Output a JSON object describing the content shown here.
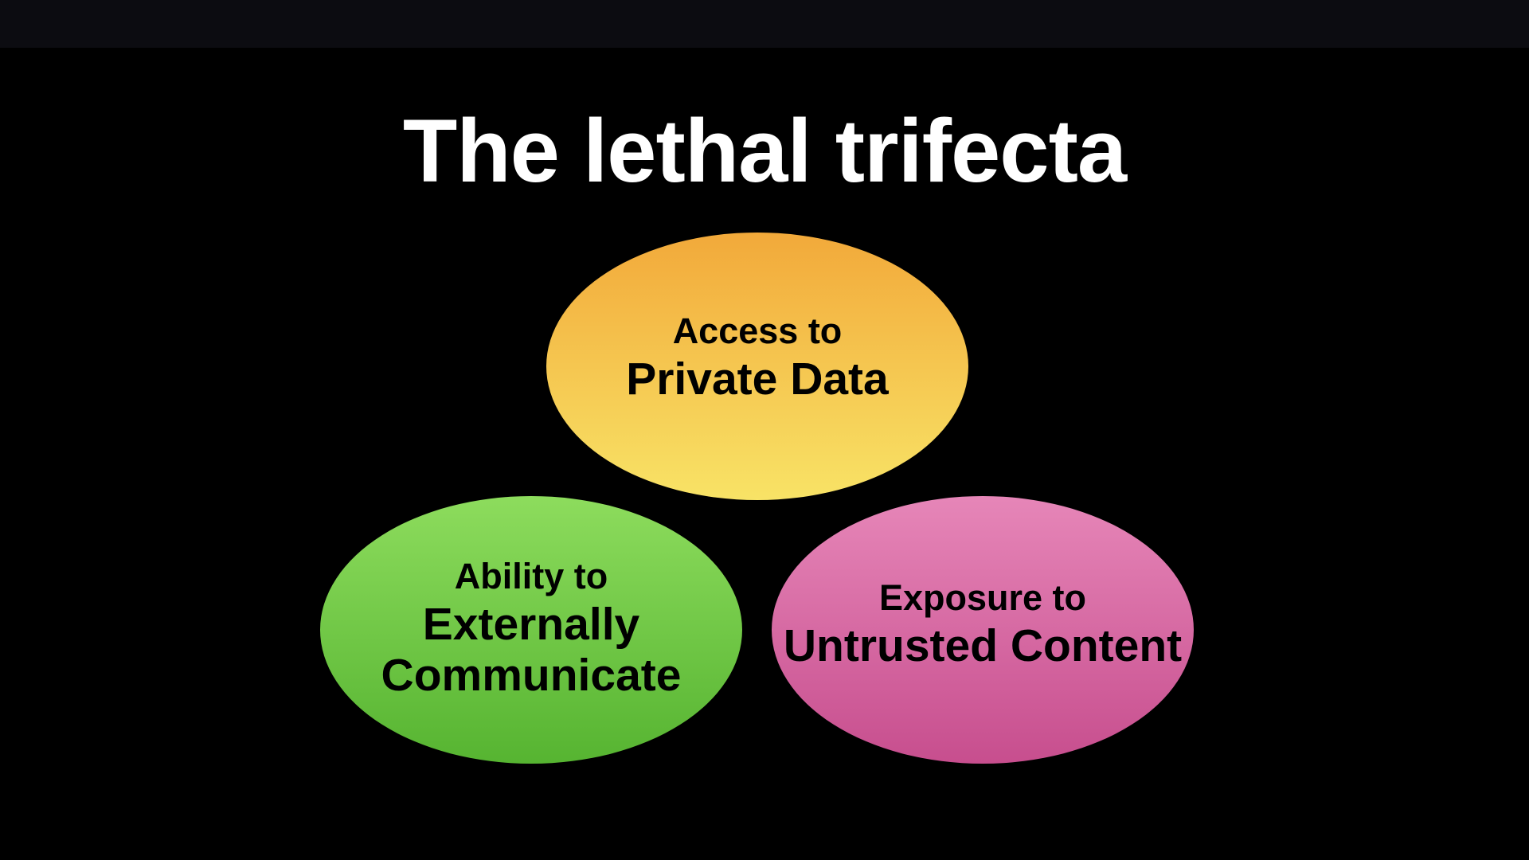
{
  "slide": {
    "title": "The lethal trifecta",
    "circles": [
      {
        "prefix": "Access to",
        "lines": [
          "Private Data"
        ],
        "color_top": "#f2a93a",
        "color_bottom": "#f8e366"
      },
      {
        "prefix": "Ability to",
        "lines": [
          "Externally",
          "Communicate"
        ],
        "color_top": "#8ddc5d",
        "color_bottom": "#56b431"
      },
      {
        "prefix": "Exposure to",
        "lines": [
          "Untrusted Content"
        ],
        "color_top": "#e686b8",
        "color_bottom": "#c74e8e"
      }
    ]
  }
}
